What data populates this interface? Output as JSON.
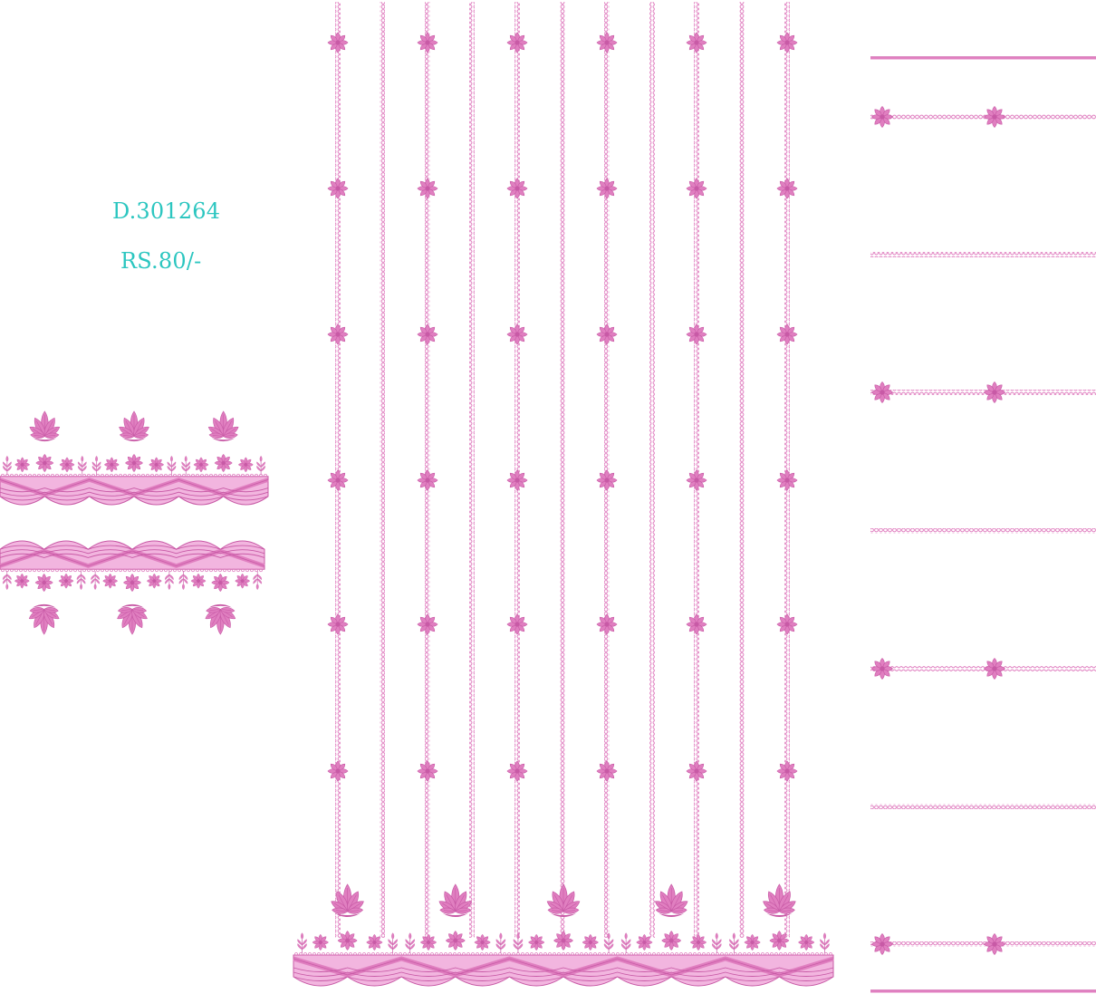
{
  "design": {
    "code": "D.301264",
    "price": "RS.80/-"
  },
  "colors": {
    "background": "#ffffff",
    "thread": "#e07fc0",
    "thread_dark": "#c85aa6",
    "thread_light": "#f2b5df",
    "label_text": "#2cc6c0"
  },
  "icons": {
    "flower": "star-flower-icon",
    "lotus": "lotus-icon",
    "border": "scalloped-lace-border"
  }
}
